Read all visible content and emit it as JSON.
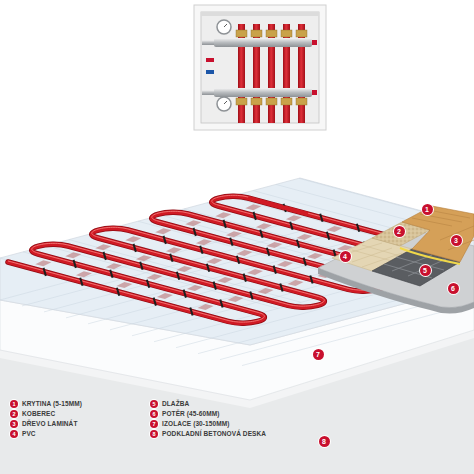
{
  "diagram": {
    "labels": [
      "1",
      "2",
      "3",
      "4",
      "5",
      "6",
      "7",
      "8",
      "1",
      "2",
      "3",
      "4",
      "5",
      "6",
      "7",
      "8"
    ],
    "legend": [
      {
        "text": "KRYTINA (5-15MM)"
      },
      {
        "text": "KOBEREC"
      },
      {
        "text": "DŘEVO LAMINÁT"
      },
      {
        "text": "PVC"
      },
      {
        "text": "DLAŽBA"
      },
      {
        "text": "POTĚR (45-60MM)"
      },
      {
        "text": "IZOLACE (30-150MM)"
      },
      {
        "text": "PODKLADNÍ BETONOVÁ DESKA"
      }
    ]
  }
}
